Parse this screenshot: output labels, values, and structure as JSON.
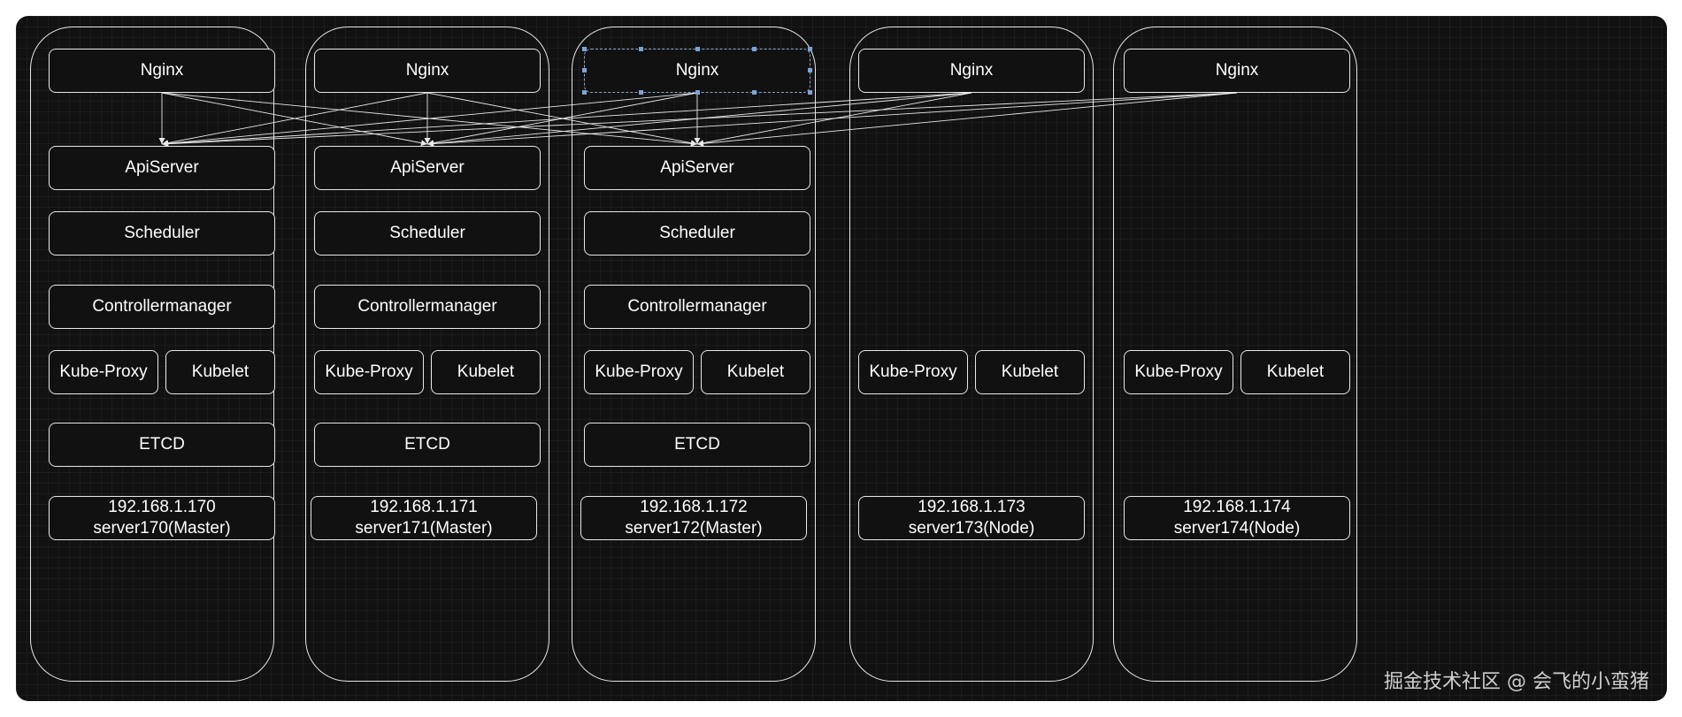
{
  "servers": [
    {
      "nginx": "Nginx",
      "apiserver": "ApiServer",
      "scheduler": "Scheduler",
      "controllermanager": "Controllermanager",
      "kube_proxy": "Kube-Proxy",
      "kubelet": "Kubelet",
      "etcd": "ETCD",
      "ip": "192.168.1.170",
      "host": "server170(Master)"
    },
    {
      "nginx": "Nginx",
      "apiserver": "ApiServer",
      "scheduler": "Scheduler",
      "controllermanager": "Controllermanager",
      "kube_proxy": "Kube-Proxy",
      "kubelet": "Kubelet",
      "etcd": "ETCD",
      "ip": "192.168.1.171",
      "host": "server171(Master)"
    },
    {
      "nginx": "Nginx",
      "apiserver": "ApiServer",
      "scheduler": "Scheduler",
      "controllermanager": "Controllermanager",
      "kube_proxy": "Kube-Proxy",
      "kubelet": "Kubelet",
      "etcd": "ETCD",
      "ip": "192.168.1.172",
      "host": "server172(Master)"
    },
    {
      "nginx": "Nginx",
      "kube_proxy": "Kube-Proxy",
      "kubelet": "Kubelet",
      "ip": "192.168.1.173",
      "host": "server173(Node)"
    },
    {
      "nginx": "Nginx",
      "kube_proxy": "Kube-Proxy",
      "kubelet": "Kubelet",
      "ip": "192.168.1.174",
      "host": "server174(Node)"
    }
  ],
  "edges": [
    {
      "from": "nginx-0",
      "to": "apiserver-0"
    },
    {
      "from": "nginx-0",
      "to": "apiserver-1"
    },
    {
      "from": "nginx-0",
      "to": "apiserver-2"
    },
    {
      "from": "nginx-1",
      "to": "apiserver-0"
    },
    {
      "from": "nginx-1",
      "to": "apiserver-1"
    },
    {
      "from": "nginx-1",
      "to": "apiserver-2"
    },
    {
      "from": "nginx-2",
      "to": "apiserver-0"
    },
    {
      "from": "nginx-2",
      "to": "apiserver-1"
    },
    {
      "from": "nginx-2",
      "to": "apiserver-2"
    },
    {
      "from": "nginx-3",
      "to": "apiserver-0"
    },
    {
      "from": "nginx-3",
      "to": "apiserver-1"
    },
    {
      "from": "nginx-3",
      "to": "apiserver-2"
    },
    {
      "from": "nginx-4",
      "to": "apiserver-0"
    },
    {
      "from": "nginx-4",
      "to": "apiserver-1"
    },
    {
      "from": "nginx-4",
      "to": "apiserver-2"
    }
  ],
  "colors": {
    "background": "#111111",
    "stroke": "#e8e8e8",
    "selection": "#7fa3d3"
  },
  "watermark": "掘金技术社区 @ 会飞的小蛮猪"
}
